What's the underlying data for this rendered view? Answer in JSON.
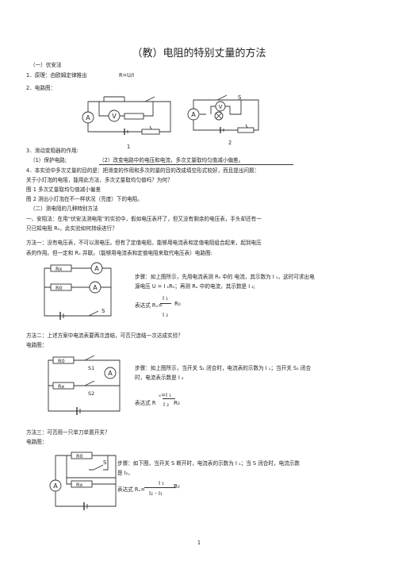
{
  "title": "（教）电阻的特别丈量的方法",
  "s1": {
    "heading": "（一）伏安法",
    "principle": "1．原理：由欧姆定律推出",
    "formula": "R=U/I",
    "diagram_label": "2．电路图：",
    "fig1_num": "1",
    "fig2_num": "2",
    "rheostat": "3．滑动变阻器的作用:",
    "role1": "（1）保护电路;",
    "role2": "（2）改变电路中的电压和电流，多次丈量取均匀值减小偏差。",
    "q4": "4．本实验中多次丈量的目的是：把滑变的作用和多次的量的目的改成填空形式较好，而且提出问题：",
    "q4b": "关于小灯泡的电阻，能用此方法，多次丈量取均匀值吗？为何？",
    "fig_note1": "图 1 多次丈量取均匀值减小偏差",
    "fig_note2": "图 2 测出小灯泡在不一样状况（亮度）下的电阻。"
  },
  "s2": {
    "heading": "（二）测电阻的几种特别方法",
    "intro1": "一、安阻法：在用“伏安法测电阻”的实验中，假如电压表坏了，但又没有剩余的电压表，手头却还有一",
    "intro2": "只已知电阻 R₀，此实验如何持续进行？",
    "m1a": "方法一：没有电压表，不可以测电压。但有了定值电阻，能够用电流表和定值电阻组合起来，起到电压",
    "m1b": "表的作用。但一定和 Rₓ 并联。（能够用电流表和定值电阻来取代电压表）电路图:",
    "m1_step1": "步骤：如上图所示，先用电流表测 R₀ 中的 电流，其示数为 I ₁，这时可求出电",
    "m1_step2": "源电压 U = I ₁R₀；再测 Rₓ 中的电流，其示数是 I ₂;",
    "m1_expr": "表达式 Rₓ=",
    "m1_num": "I ₁",
    "m1_r0": "R₀",
    "m1_den": "I ₂",
    "m2a": "方法二：上述方案中电流表要两次连结，可否只连结一次达成实验？",
    "m2b": "电路图：",
    "m2_step1": "步骤：如上图所示，当开关 S₁ 闭合时，电流表的示数为 I ₁；当开关 S₂ 闭合",
    "m2_step2": "时，电流表示数是 I ₂",
    "m2_expr": "表达式 R",
    "m2_num": "I ₁",
    "m2_sub": "ₓ=",
    "m2_den": "I ₂",
    "m2_r0": "R₀",
    "m3a": "方法三：可否用一只单刀单置开关？",
    "m3b": "电路图：",
    "m3_step1": "步骤：如下图，当开关 S 断开时，电流表的示数为 I ₁；当 S 闭合时，电流示数",
    "m3_step2": "是 I₂，",
    "m3_expr": "表达式 Rₓ=",
    "m3_num": "I ₁",
    "m3_r0": "R₀",
    "m3_den": "I₂ - I₁"
  },
  "circuit_labels": {
    "ammeter": "A",
    "voltmeter": "V",
    "rx": "Rx",
    "r0": "R0",
    "s": "S",
    "s1": "S1",
    "s2": "S2"
  },
  "page_number": "1"
}
